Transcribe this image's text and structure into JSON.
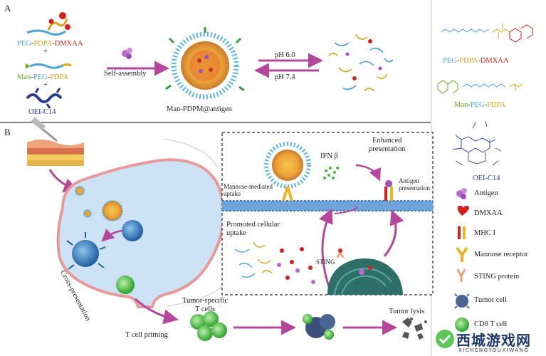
{
  "panel_a": {
    "letter": "A",
    "components": [
      {
        "parts": [
          "PEG",
          "-",
          "PDPA",
          "-",
          "DMXAA"
        ],
        "colors": [
          "#4aa3d8",
          "#333333",
          "#d8a21a",
          "#333333",
          "#d42020"
        ]
      },
      {
        "parts": [
          "Man",
          "-",
          "PEG",
          "-",
          "PDPA"
        ],
        "colors": [
          "#6aa52a",
          "#333333",
          "#4aa3d8",
          "#333333",
          "#d8a21a"
        ]
      },
      {
        "parts": [
          "OEI-C14"
        ],
        "colors": [
          "#2b3a8f"
        ]
      }
    ],
    "plus": "+",
    "self_assembly": "Self-assembly",
    "nanoparticle": "Man-PDPM@antigen",
    "ph_low": "pH 6.0",
    "ph_high": "pH 7.4"
  },
  "right_structures": [
    {
      "parts": [
        "PEG",
        "-",
        "PDPA",
        "-",
        "DMXAA"
      ],
      "colors": [
        "#4aa3d8",
        "#333333",
        "#d8a21a",
        "#333333",
        "#d42020"
      ]
    },
    {
      "parts": [
        "Man",
        "-",
        "PEG",
        "-",
        "PDPA"
      ],
      "colors": [
        "#6aa52a",
        "#333333",
        "#4aa3d8",
        "#333333",
        "#d8a21a"
      ]
    },
    {
      "parts": [
        "OEI-C14"
      ],
      "colors": [
        "#2b3a8f"
      ]
    }
  ],
  "panel_b": {
    "letter": "B",
    "inset": {
      "mannose_uptake": "Mannose-mediated\nuptake",
      "ifn": "IFN β",
      "enhanced": "Enhanced\npresentation",
      "antigen_presentation": "Antigen\npresentation",
      "promoted": "Promoted cellular\nuptake",
      "sting": "STING"
    },
    "cross_presentation": "Cross-presentation",
    "t_cell_priming": "T cell priming",
    "tumor_specific": "Tumor-specific\nT cells",
    "tumor_lysis": "Tumor lysis"
  },
  "legend": [
    {
      "label": "Antigen",
      "icon": "antigen-icon"
    },
    {
      "label": "DMXAA",
      "icon": "dmxaa-icon"
    },
    {
      "label": "MHC I",
      "icon": "mhc-icon"
    },
    {
      "label": "Mannose receptor",
      "icon": "mannose-receptor-icon"
    },
    {
      "label": "STING protein",
      "icon": "sting-protein-icon"
    },
    {
      "label": "Tumor cell",
      "icon": "tumor-cell-icon"
    },
    {
      "label": "CD8 T cell",
      "icon": "cd8-t-cell-icon"
    }
  ],
  "watermark": {
    "main": "西城游戏网",
    "sub": "XICHENGYOUXIWANG"
  },
  "colors": {
    "arrow": "#b5479a",
    "membrane": "#3f7cc0",
    "cell_fill": "#cde3f5",
    "cell_edge": "#e79a9a",
    "nucleus": "#2f6f6a",
    "tcell": "#3cbf3c"
  }
}
